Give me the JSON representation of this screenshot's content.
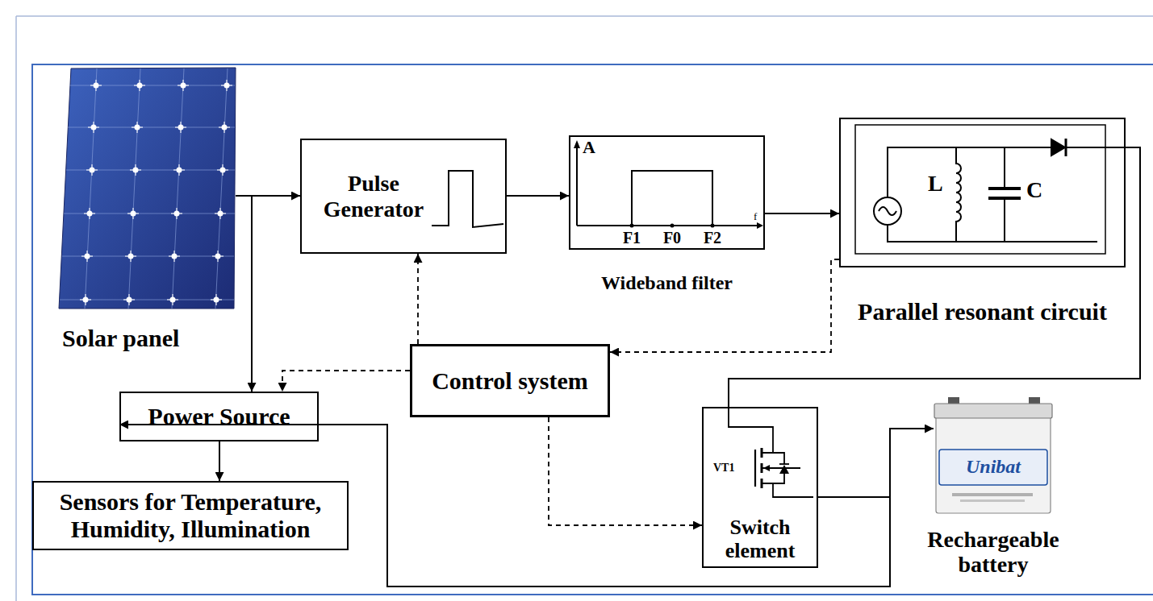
{
  "diagram": {
    "nodes": [
      {
        "text": [
          "Solar panel"
        ]
      },
      {
        "text": [
          "Pulse Generator"
        ]
      },
      {
        "text": [
          "Wideband filter"
        ]
      },
      {
        "text": [
          "Parallel resonant circuit"
        ]
      },
      {
        "text": [
          "Control system"
        ]
      },
      {
        "text": [
          "Power Source"
        ]
      },
      {
        "text": [
          "Sensors for Temperature, Humidity, Illumination"
        ]
      },
      {
        "text": [
          "Switch element"
        ]
      },
      {
        "text": [
          "Rechargeable battery"
        ]
      }
    ],
    "edges": [
      {
        "from": 0,
        "to": 1,
        "arrow": "to"
      },
      {
        "from": 0,
        "to": 5,
        "arrow": "to"
      },
      {
        "from": 1,
        "to": 2,
        "arrow": "to"
      },
      {
        "from": 2,
        "to": 3,
        "arrow": "to"
      },
      {
        "from": 3,
        "to": 4,
        "arrow": "to"
      },
      {
        "from": 4,
        "to": 1,
        "arrow": "to"
      },
      {
        "from": 4,
        "to": 5,
        "arrow": "to"
      },
      {
        "from": 4,
        "to": 7,
        "arrow": "to"
      },
      {
        "from": 5,
        "to": 6,
        "arrow": "to"
      },
      {
        "from": 3,
        "to": 7,
        "arrow": "none"
      },
      {
        "from": 7,
        "to": 8,
        "arrow": "to"
      },
      {
        "from": 7,
        "to": 5,
        "arrow": "to"
      }
    ],
    "labels": [
      "A",
      "f",
      "F1",
      "F0",
      "F2",
      "L",
      "C",
      "VT1",
      "Unibat"
    ]
  }
}
